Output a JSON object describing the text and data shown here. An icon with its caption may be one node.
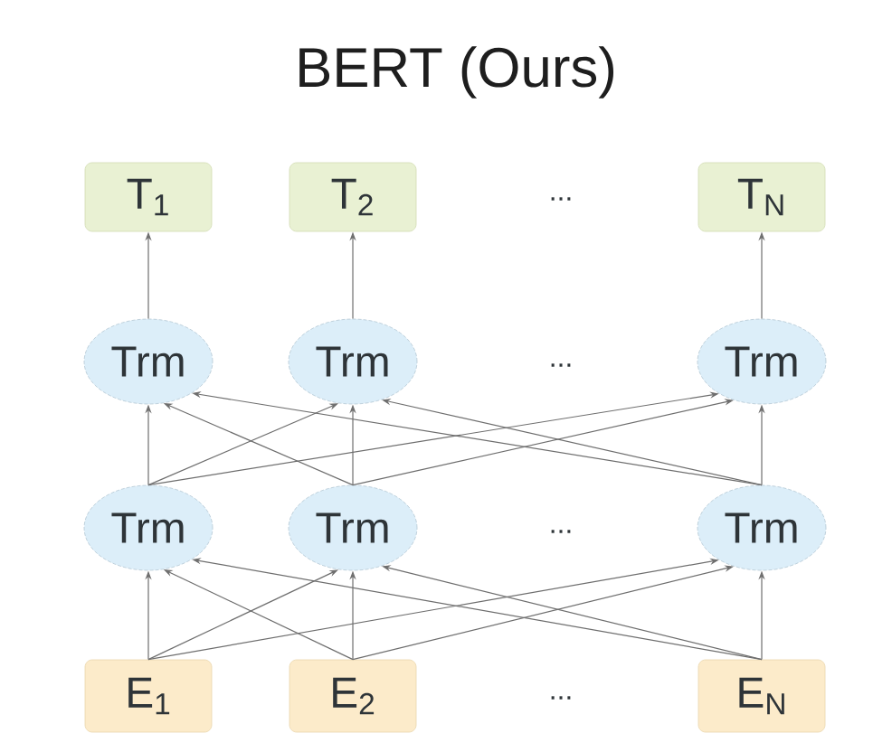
{
  "diagram": {
    "title": "BERT (Ours)",
    "nodes": [
      {
        "text": [
          "T$_{1}$"
        ]
      },
      {
        "text": [
          "T$_{2}$"
        ]
      },
      {
        "text": [
          "T$_{N}$"
        ]
      },
      {
        "text": [
          "Trm"
        ]
      },
      {
        "text": [
          "Trm"
        ]
      },
      {
        "text": [
          "Trm"
        ]
      },
      {
        "text": [
          "Trm"
        ]
      },
      {
        "text": [
          "Trm"
        ]
      },
      {
        "text": [
          "Trm"
        ]
      },
      {
        "text": [
          "E$_{1}$"
        ]
      },
      {
        "text": [
          "E$_{2}$"
        ]
      },
      {
        "text": [
          "E$_{N}$"
        ]
      }
    ],
    "edges": [
      {
        "from": 3,
        "to": 0,
        "arrow": "to"
      },
      {
        "from": 4,
        "to": 1,
        "arrow": "to"
      },
      {
        "from": 5,
        "to": 2,
        "arrow": "to"
      },
      {
        "from": 6,
        "to": 3,
        "arrow": "to"
      },
      {
        "from": 6,
        "to": 4,
        "arrow": "to"
      },
      {
        "from": 6,
        "to": 5,
        "arrow": "to"
      },
      {
        "from": 7,
        "to": 3,
        "arrow": "to"
      },
      {
        "from": 7,
        "to": 4,
        "arrow": "to"
      },
      {
        "from": 7,
        "to": 5,
        "arrow": "to"
      },
      {
        "from": 8,
        "to": 3,
        "arrow": "to"
      },
      {
        "from": 8,
        "to": 4,
        "arrow": "to"
      },
      {
        "from": 8,
        "to": 5,
        "arrow": "to"
      },
      {
        "from": 9,
        "to": 6,
        "arrow": "to"
      },
      {
        "from": 9,
        "to": 7,
        "arrow": "to"
      },
      {
        "from": 9,
        "to": 8,
        "arrow": "to"
      },
      {
        "from": 10,
        "to": 6,
        "arrow": "to"
      },
      {
        "from": 10,
        "to": 7,
        "arrow": "to"
      },
      {
        "from": 10,
        "to": 8,
        "arrow": "to"
      },
      {
        "from": 11,
        "to": 6,
        "arrow": "to"
      },
      {
        "from": 11,
        "to": 7,
        "arrow": "to"
      },
      {
        "from": 11,
        "to": 8,
        "arrow": "to"
      }
    ],
    "labels": [
      "...",
      "...",
      "...",
      "..."
    ]
  }
}
